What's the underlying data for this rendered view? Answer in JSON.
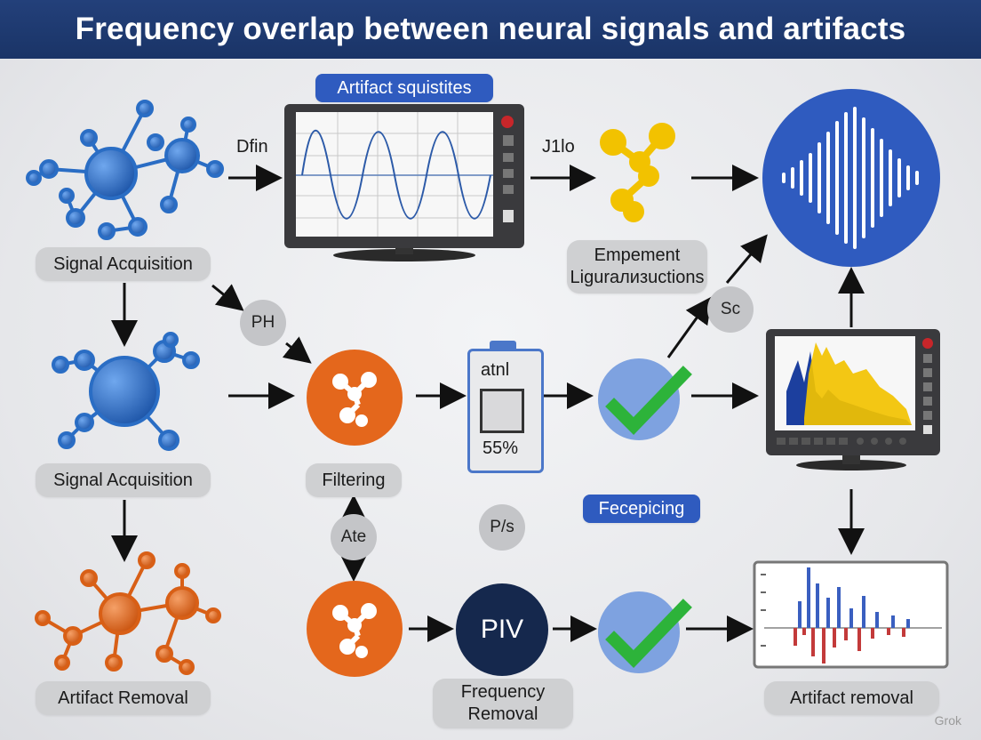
{
  "title": "Frequency overlap between neural signals and artifacts",
  "labels": {
    "signal_acquisition_1": "Signal Acquisition",
    "signal_acquisition_2": "Signal Acquisition",
    "artifact_removal_left": "Artifact Removal",
    "filtering": "Filtering",
    "frequency_removal": "Frequency Removal",
    "artifact_removal_right": "Artifact removal",
    "artifact_squistites": "Artifact squistites",
    "empement": "Empement Ligurализuctions",
    "fecepicing": "Fecepicing"
  },
  "small_text": {
    "dfin": "Dfin",
    "j1lo": "J1lo",
    "ph": "PH",
    "sc": "Sc",
    "ate": "Ate",
    "ps": "P/s",
    "piv": "PIV",
    "battery_top": "atnl",
    "battery_value": "55%"
  },
  "watermark": "Grok",
  "colors": {
    "title_bg": "#1f3a70",
    "molecule_blue": "#2a6dc4",
    "molecule_orange": "#e4671c",
    "wave_circle": "#2f5bbf",
    "check_green": "#2db33a",
    "spectrum_yellow": "#f2c200",
    "spectrum_blue": "#1c3f9e"
  }
}
